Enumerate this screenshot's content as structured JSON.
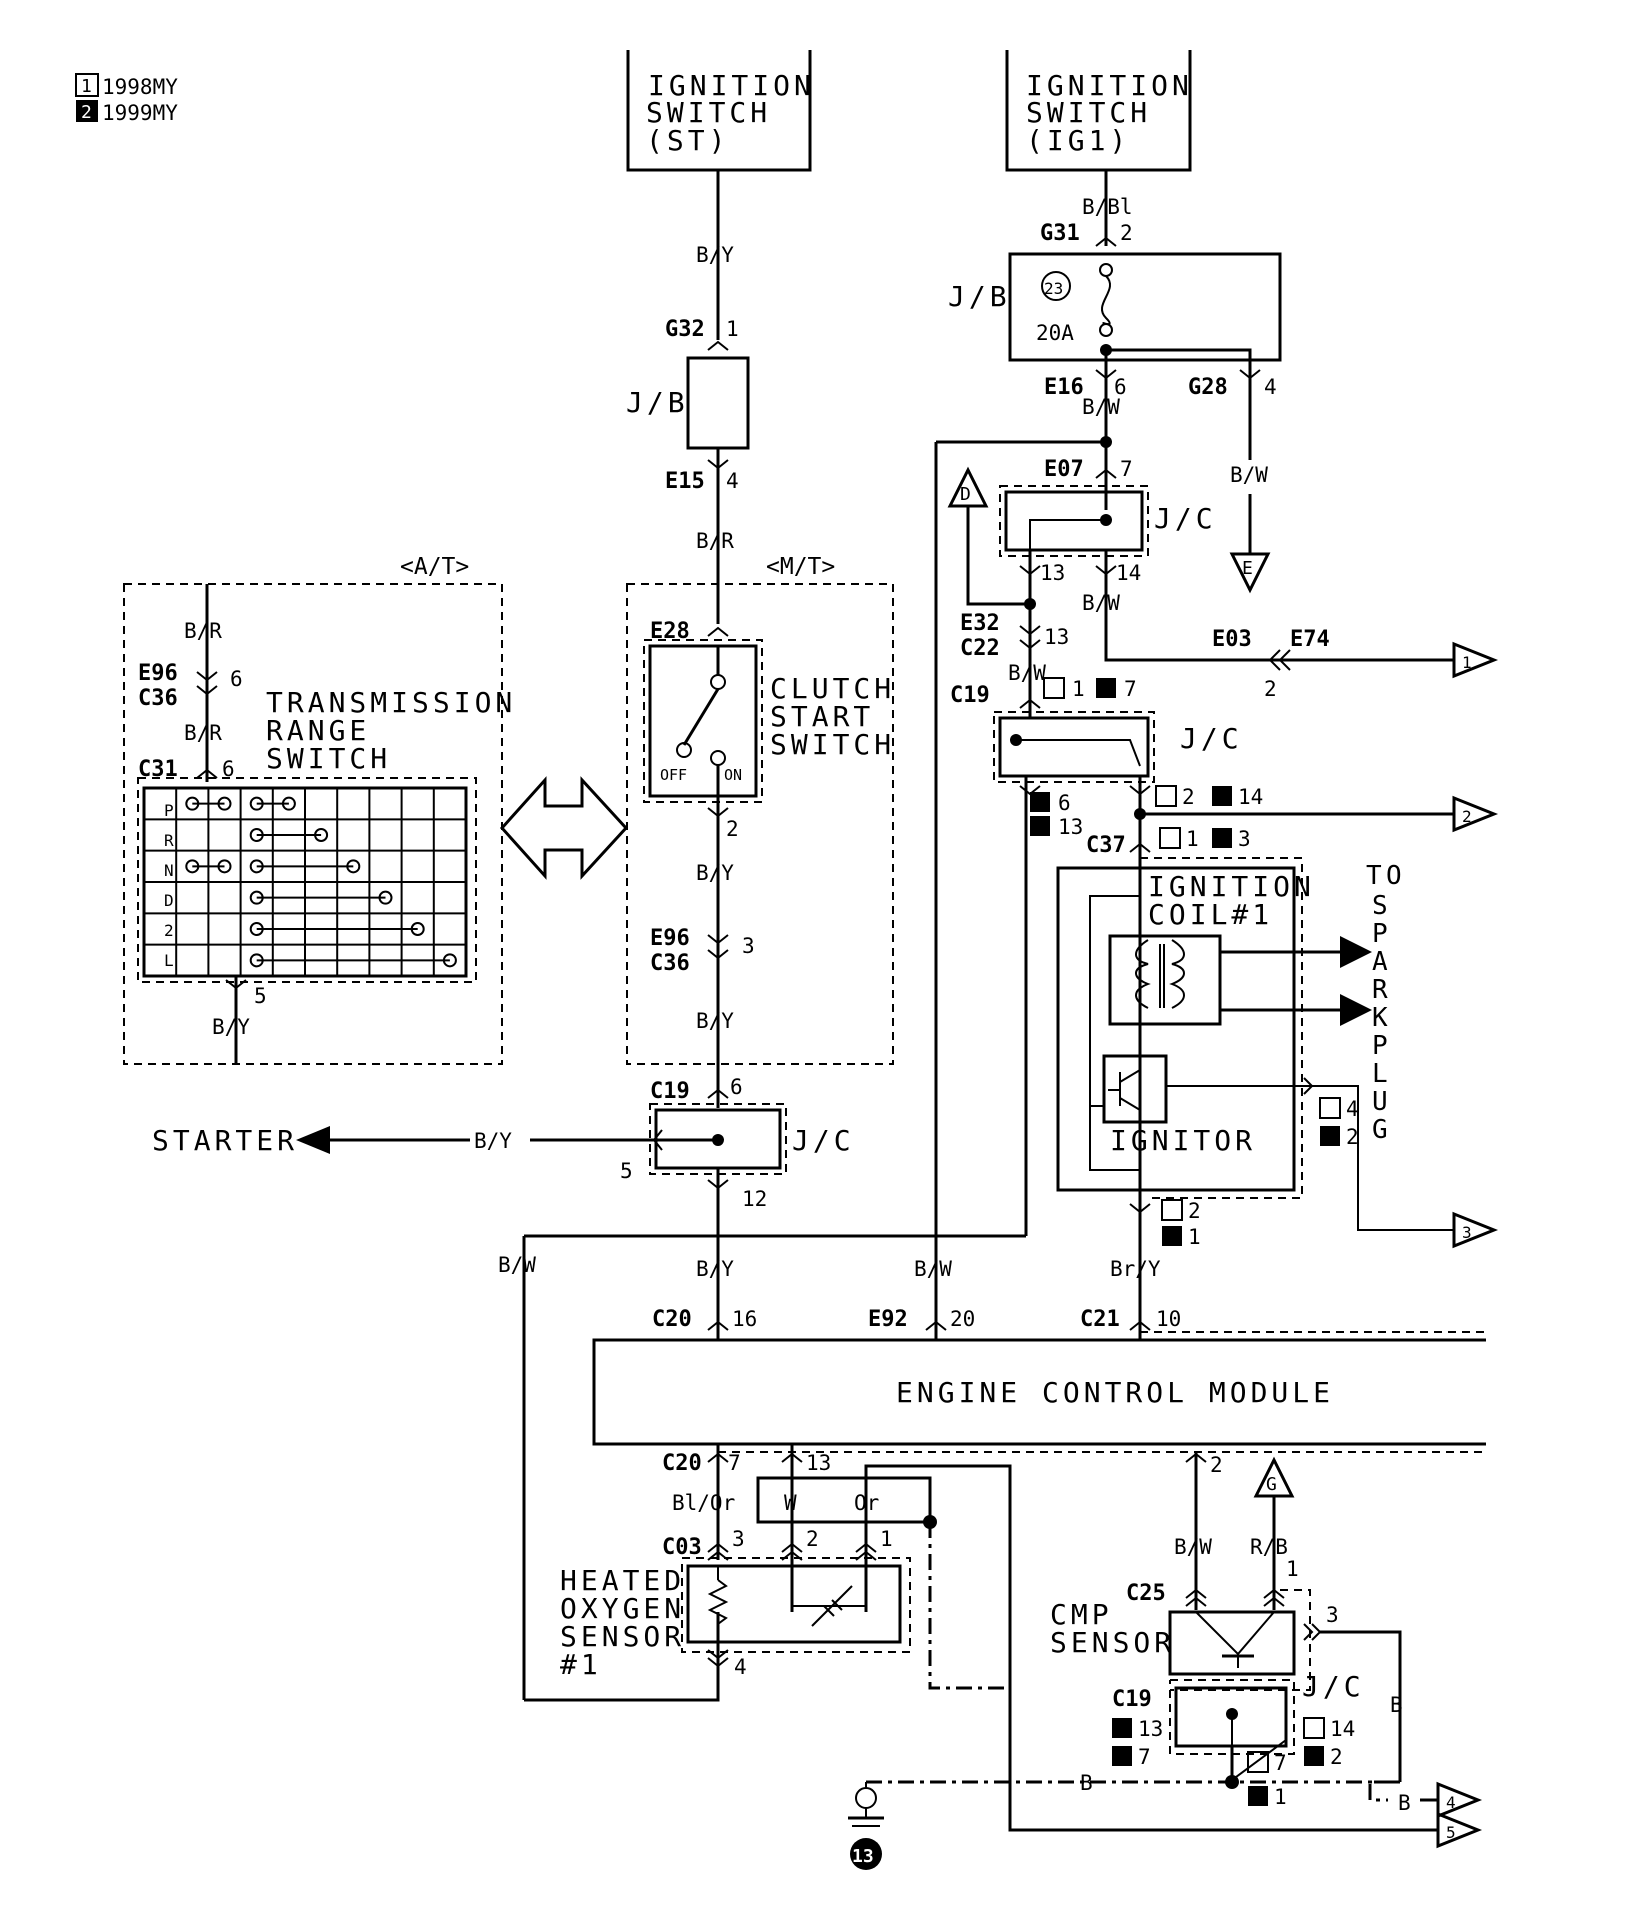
{
  "legend": {
    "items": [
      {
        "num": "1",
        "text": "1998MY"
      },
      {
        "num": "2",
        "text": "1999MY"
      }
    ]
  },
  "components": {
    "ign_st": [
      "IGNITION",
      "SWITCH",
      "(ST)"
    ],
    "ign_ig1": [
      "IGNITION",
      "SWITCH",
      "(IG1)"
    ],
    "jb": "J/B",
    "jc": "J/C",
    "fuse_num": "23",
    "fuse_rating": "20A",
    "at": "<A/T>",
    "mt": "<M/T>",
    "trs": [
      "TRANSMISSION",
      "RANGE",
      "SWITCH"
    ],
    "clutch": [
      "CLUTCH",
      "START",
      "SWITCH"
    ],
    "off": "OFF",
    "on": "ON",
    "starter": "STARTER",
    "coil": [
      "IGNITION",
      "COIL#1"
    ],
    "ignitor": "IGNITOR",
    "ecm": "ENGINE CONTROL MODULE",
    "ho2s": [
      "HEATED",
      "OXYGEN",
      "SENSOR",
      "#1"
    ],
    "cmp": [
      "CMP",
      "SENSOR"
    ],
    "to_spark_plug": [
      "T",
      "O",
      "S",
      "P",
      "A",
      "R",
      "K",
      "P",
      "L",
      "U",
      "G"
    ],
    "ground_num": "13",
    "trs_positions": [
      "P",
      "R",
      "N",
      "D",
      "2",
      "L"
    ]
  },
  "connectors": {
    "g32": "G32",
    "e15": "E15",
    "e28": "E28",
    "e96": "E96",
    "c36": "C36",
    "c19": "C19",
    "c31": "C31",
    "g31": "G31",
    "e16": "E16",
    "g28": "G28",
    "e07": "E07",
    "e32": "E32",
    "c22": "C22",
    "e03": "E03",
    "e74": "E74",
    "c37": "C37",
    "c20": "C20",
    "e92": "E92",
    "c21": "C21",
    "c03": "C03",
    "c25": "C25"
  },
  "wires": {
    "by": "B/Y",
    "br": "B/R",
    "bw": "B/W",
    "bbl": "B/Bl",
    "brly": "Br/Y",
    "blor": "Bl/Or",
    "w": "W",
    "or": "Or",
    "rb": "R/B",
    "b": "B"
  },
  "pins": {
    "p1": "1",
    "p2": "2",
    "p3": "3",
    "p4": "4",
    "p5": "5",
    "p6": "6",
    "p7": "7",
    "p10": "10",
    "p12": "12",
    "p13": "13",
    "p14": "14",
    "p16": "16",
    "p20": "20"
  },
  "references": {
    "d": "D",
    "e": "E",
    "g": "G",
    "r1": "1",
    "r2": "2",
    "r3": "3",
    "r4": "4",
    "r5": "5"
  }
}
